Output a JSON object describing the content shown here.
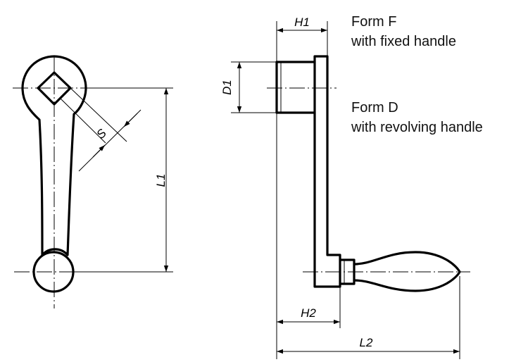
{
  "labels": {
    "h1": "H1",
    "d1": "D1",
    "s": "S",
    "l1": "L1",
    "h2": "H2",
    "l2": "L2"
  },
  "notes": {
    "form_f_title": "Form F",
    "form_f_desc": "with fixed handle",
    "form_d_title": "Form D",
    "form_d_desc": "with revolving handle"
  }
}
